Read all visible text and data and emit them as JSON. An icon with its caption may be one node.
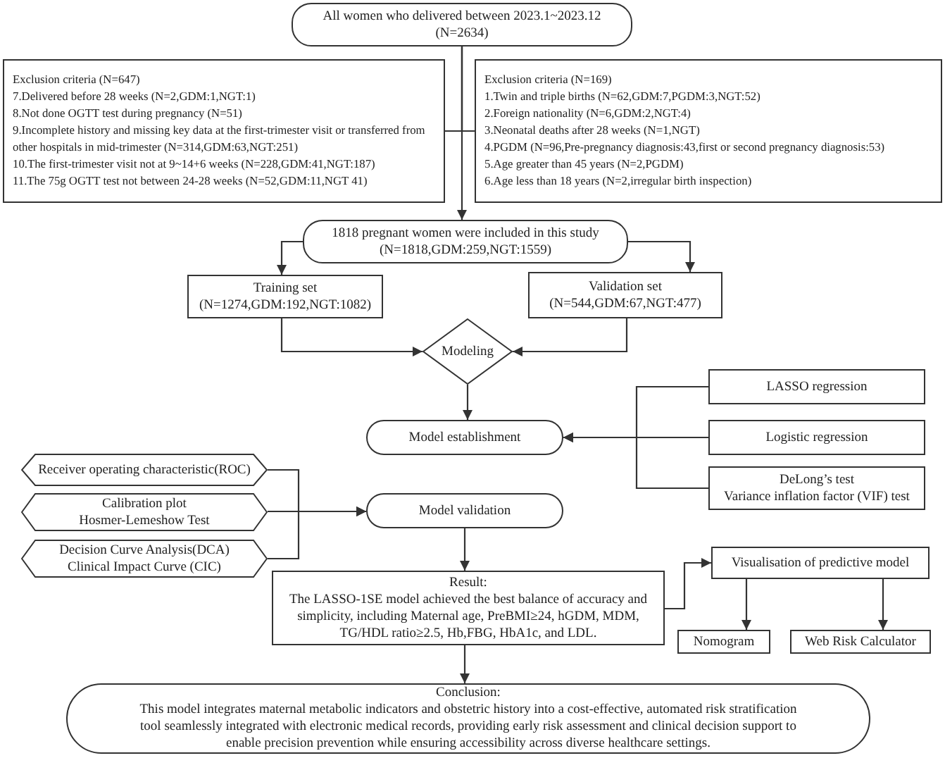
{
  "diagram": {
    "nodes": [
      {
        "text": [
          "All women who delivered between 2023.1~2023.12",
          "(N=2634)"
        ]
      },
      {
        "text": [
          "Exclusion criteria (N=647)",
          "7.Delivered before 28 weeks (N=2,GDM:1,NGT:1)",
          "8.Not done OGTT test during pregnancy (N=51)",
          "9.Incomplete history and missing key data at the first-trimester visit or transferred from other hospitals in mid-trimester (N=314,GDM:63,NGT:251)",
          "10.The first-trimester visit not at 9~14+6 weeks (N=228,GDM:41,NGT:187)",
          "11.The 75g OGTT test not between 24-28 weeks (N=52,GDM:11,NGT 41)"
        ]
      },
      {
        "text": [
          "Exclusion criteria (N=169)",
          "1.Twin and triple births (N=62,GDM:7,PGDM:3,NGT:52)",
          "2.Foreign nationality (N=6,GDM:2,NGT:4)",
          "3.Neonatal deaths after 28 weeks (N=1,NGT)",
          "4.PGDM (N=96,Pre-pregnancy diagnosis:43,first or second pregnancy diagnosis:53)",
          "5.Age greater than 45 years (N=2,PGDM)",
          "6.Age less than 18 years (N=2,irregular birth inspection)"
        ]
      },
      {
        "text": [
          "1818 pregnant women were included in this study",
          "(N=1818,GDM:259,NGT:1559)"
        ]
      },
      {
        "text": [
          "Training set",
          "(N=1274,GDM:192,NGT:1082)"
        ]
      },
      {
        "text": [
          "Validation set",
          "(N=544,GDM:67,NGT:477)"
        ]
      },
      {
        "text": [
          "Modeling"
        ]
      },
      {
        "text": [
          "LASSO regression"
        ]
      },
      {
        "text": [
          "Logistic regression"
        ]
      },
      {
        "text": [
          "DeLong’s test",
          "Variance inflation factor (VIF) test"
        ]
      },
      {
        "text": [
          "Model establishment"
        ]
      },
      {
        "text": [
          "Receiver operating characteristic(ROC)"
        ]
      },
      {
        "text": [
          "Calibration plot",
          "Hosmer-Lemeshow Test"
        ]
      },
      {
        "text": [
          "Decision Curve Analysis(DCA)",
          "Clinical Impact Curve (CIC)"
        ]
      },
      {
        "text": [
          "Model validation"
        ]
      },
      {
        "text": [
          "Result:",
          "The LASSO-1SE model achieved the best balance of accuracy and simplicity, including Maternal age, PreBMI≥24, hGDM, MDM, TG/HDL ratio≥2.5, Hb,FBG, HbA1c, and LDL."
        ]
      },
      {
        "text": [
          "Visualisation of predictive model"
        ]
      },
      {
        "text": [
          "Nomogram"
        ]
      },
      {
        "text": [
          "Web Risk Calculator"
        ]
      },
      {
        "text": [
          "Conclusion:",
          "This model integrates maternal metabolic indicators and obstetric history into a cost-effective, automated risk stratification tool seamlessly integrated with electronic medical records, providing early risk assessment and clinical decision support to enable precision prevention while ensuring accessibility across diverse healthcare settings."
        ]
      }
    ],
    "edges": [
      {
        "from": 0,
        "to": 3,
        "arrow": "to"
      },
      {
        "from": 0,
        "to": 1,
        "arrow": "none"
      },
      {
        "from": 0,
        "to": 2,
        "arrow": "none"
      },
      {
        "from": 3,
        "to": 4,
        "arrow": "to"
      },
      {
        "from": 3,
        "to": 5,
        "arrow": "to"
      },
      {
        "from": 4,
        "to": 6,
        "arrow": "to"
      },
      {
        "from": 5,
        "to": 6,
        "arrow": "to"
      },
      {
        "from": 6,
        "to": 10,
        "arrow": "to"
      },
      {
        "from": 7,
        "to": 10,
        "arrow": "to"
      },
      {
        "from": 8,
        "to": 10,
        "arrow": "to"
      },
      {
        "from": 9,
        "to": 10,
        "arrow": "to"
      },
      {
        "from": 11,
        "to": 14,
        "arrow": "to"
      },
      {
        "from": 12,
        "to": 14,
        "arrow": "to"
      },
      {
        "from": 13,
        "to": 14,
        "arrow": "to"
      },
      {
        "from": 14,
        "to": 15,
        "arrow": "to"
      },
      {
        "from": 15,
        "to": 16,
        "arrow": "to"
      },
      {
        "from": 16,
        "to": 17,
        "arrow": "to"
      },
      {
        "from": 16,
        "to": 18,
        "arrow": "to"
      },
      {
        "from": 15,
        "to": 19,
        "arrow": "to"
      }
    ]
  }
}
